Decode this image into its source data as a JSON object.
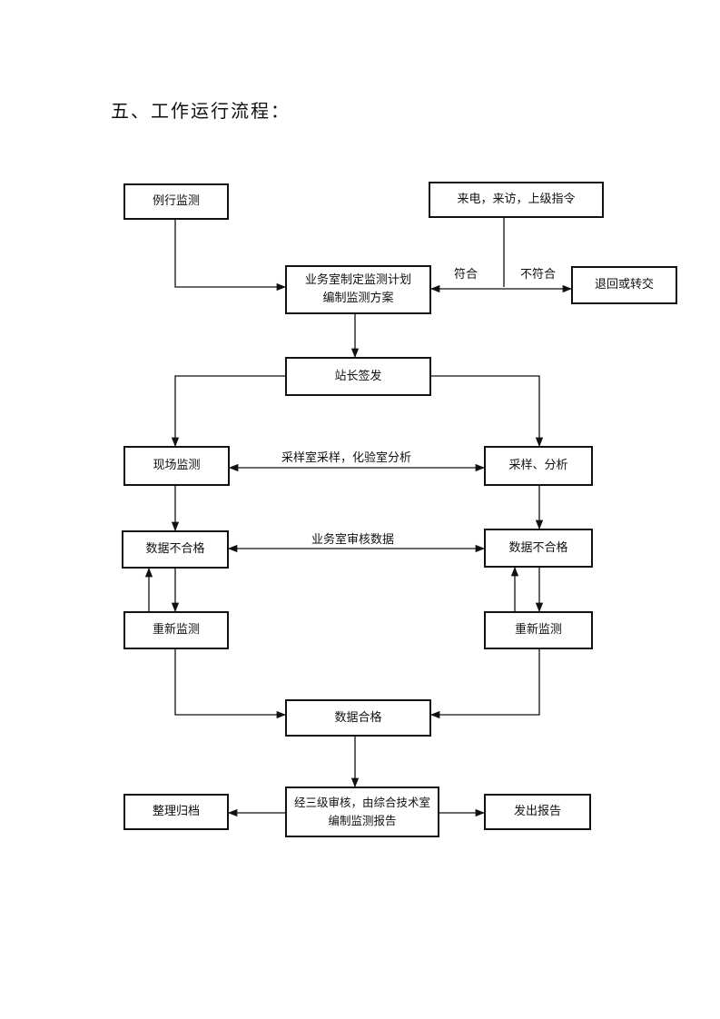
{
  "heading": "五、工作运行流程：",
  "nodes": {
    "routine": "例行监测",
    "calls": "来电，来访，上级指令",
    "plan_line1": "业务室制定监测计划",
    "plan_line2": "编制监测方案",
    "reject": "退回或转交",
    "approve": "站长签发",
    "onsite": "现场监测",
    "sampling": "采样、分析",
    "fail_left": "数据不合格",
    "fail_right": "数据不合格",
    "retest_left": "重新监测",
    "retest_right": "重新监测",
    "pass": "数据合格",
    "report_line1": "经三级审核，由综合技术室",
    "report_line2": "编制监测报告",
    "archive": "整理归档",
    "issue": "发出报告"
  },
  "edge_labels": {
    "match": "符合",
    "nomatch": "不符合",
    "sample_analysis": "采样室采样，化验室分析",
    "review": "业务室审核数据"
  }
}
